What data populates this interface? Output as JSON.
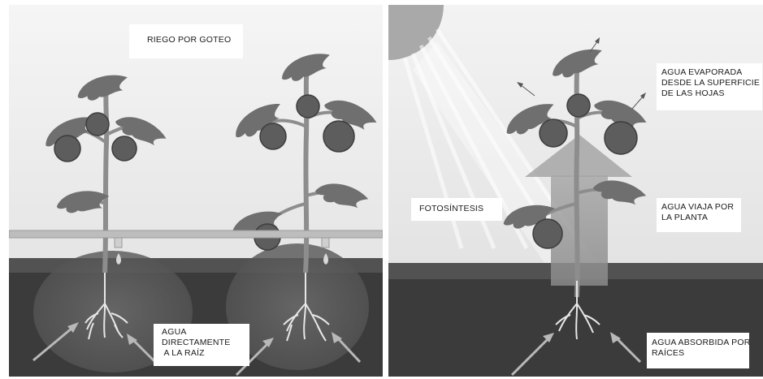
{
  "left_panel": {
    "title": "RIEGO POR GOTEO",
    "root_label": [
      "AGUA",
      "DIRECTAMENTE",
      " A LA RAÍZ"
    ]
  },
  "right_panel": {
    "evaporation_label": [
      "AGUA EVAPORADA",
      "DESDE LA SUPERFICIE",
      "DE LAS HOJAS"
    ],
    "photosynthesis_label": "FOTOSÍNTESIS",
    "transport_label": [
      "AGUA VIAJA POR",
      "LA PLANTA"
    ],
    "absorption_label": [
      "AGUA ABSORBIDA POR",
      "RAÍCES"
    ]
  },
  "colors": {
    "sky_top": "#f4f4f4",
    "sky_bottom": "#e2e2e2",
    "soil": "#3a3a3a",
    "soil_band": "#515151",
    "leaf": "#707070",
    "stem": "#8c8c8c",
    "tomato": "#5e5e5e",
    "root": "#e8e8e8",
    "pipe": "#b8b8b8",
    "sun": "#a9a9a9"
  }
}
